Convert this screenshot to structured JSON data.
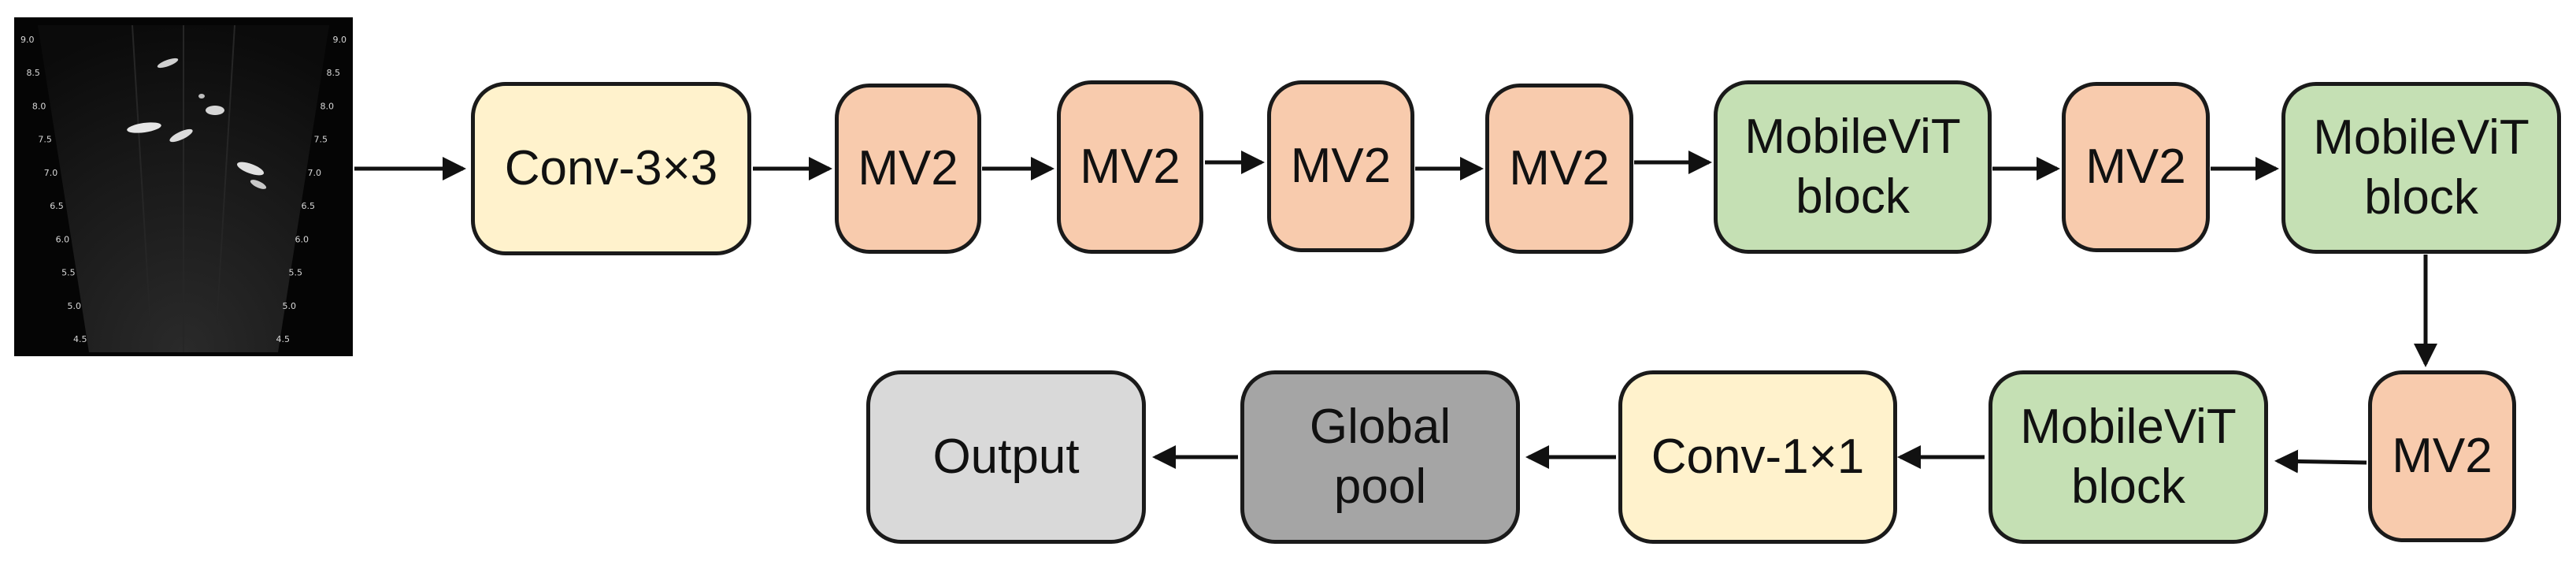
{
  "colors": {
    "conv": "#fff2cc",
    "mv2": "#f8cbad",
    "mobilevit": "#c5e0b4",
    "global_pool": "#a5a5a5",
    "output": "#d9d9d9",
    "stroke": "#1a1a1a",
    "sonar_bg": "#050505"
  },
  "input_image": {
    "scale_labels_left": [
      "9.0",
      "8.5",
      "8.0",
      "7.5",
      "7.0",
      "6.5",
      "6.0",
      "5.5",
      "5.0",
      "4.5"
    ],
    "scale_labels_right": [
      "9.0",
      "8.5",
      "8.0",
      "7.5",
      "7.0",
      "6.5",
      "6.0",
      "5.5",
      "5.0",
      "4.5"
    ]
  },
  "blocks": {
    "conv3x3": "Conv-3×3",
    "mv2_1": "MV2",
    "mv2_2": "MV2",
    "mv2_3": "MV2",
    "mv2_4": "MV2",
    "mvit_1": "MobileViT\nblock",
    "mv2_5": "MV2",
    "mvit_2": "MobileViT\nblock",
    "mv2_6": "MV2",
    "mvit_3": "MobileViT\nblock",
    "conv1x1": "Conv-1×1",
    "global_pool": "Global\npool",
    "output": "Output"
  }
}
